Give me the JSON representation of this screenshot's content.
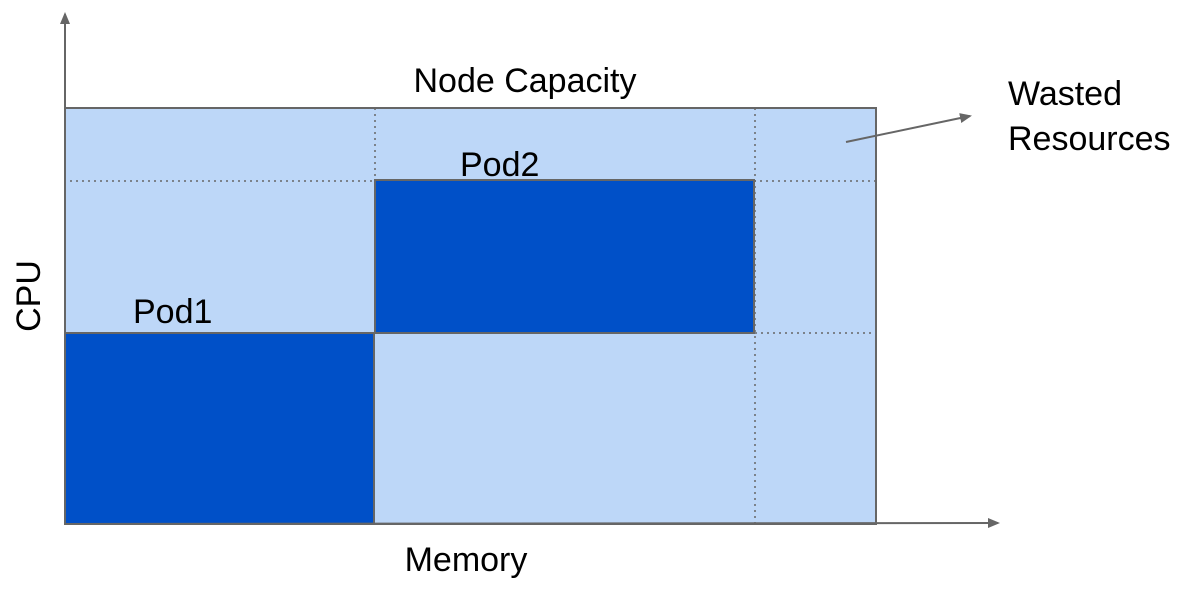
{
  "diagram": {
    "node_label": "Node Capacity",
    "y_axis_label": "CPU",
    "x_axis_label": "Memory",
    "wasted_label_line1": "Wasted",
    "wasted_label_line2": "Resources",
    "pod1_label": "Pod1",
    "pod2_label": "Pod2"
  },
  "colors": {
    "node_fill": "#bdd7f8",
    "pod_fill": "#0050c8",
    "border": "#666666",
    "axis": "#666666",
    "dotted": "#666666"
  }
}
